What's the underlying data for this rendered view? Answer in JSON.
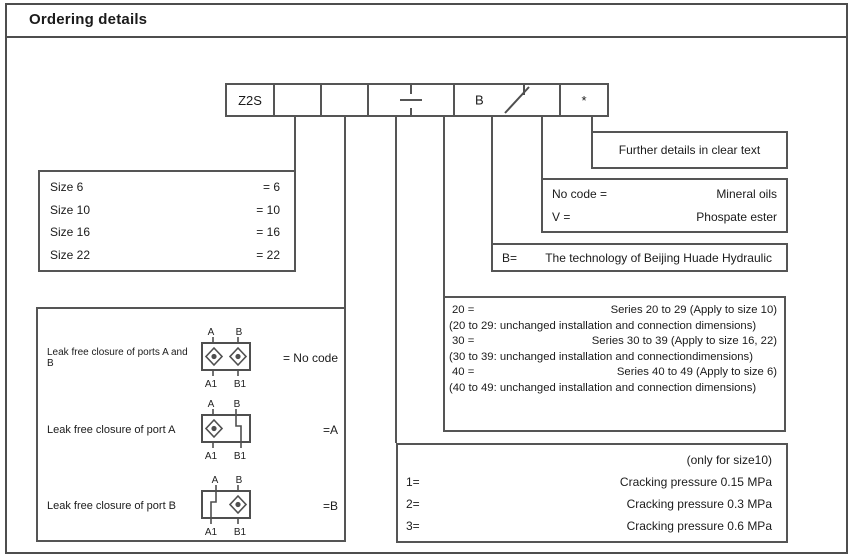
{
  "title": "Ordering details",
  "colors": {
    "border": "#555555",
    "text": "#1b1b1b",
    "background": "#ffffff"
  },
  "code_row": {
    "model": "Z2S",
    "b_code": "B",
    "star": "*"
  },
  "size_box": {
    "rows": [
      {
        "label": "Size 6",
        "code": "= 6"
      },
      {
        "label": "Size 10",
        "code": "= 10"
      },
      {
        "label": "Size 16",
        "code": "= 16"
      },
      {
        "label": "Size 22",
        "code": "= 22"
      }
    ]
  },
  "closure_box": {
    "rows": [
      {
        "label": "Leak free closure of ports A and B",
        "code": "= No code"
      },
      {
        "label": "Leak free closure of port A",
        "code": "=A"
      },
      {
        "label": "Leak free closure of port B",
        "code": "=B"
      }
    ],
    "ports": {
      "a": "A",
      "b": "B",
      "a1": "A1",
      "b1": "B1"
    }
  },
  "further_details_box": {
    "text": "Further details in clear text"
  },
  "fluid_box": {
    "rows": [
      {
        "code": "No code =",
        "label": "Mineral oils"
      },
      {
        "code": "V =",
        "label": "Phospate ester"
      }
    ]
  },
  "tech_box": {
    "code": "B=",
    "label": "The technology of Beijing Huade Hydraulic"
  },
  "series_box": {
    "rows": [
      {
        "code": "20 =",
        "label": "Series 20 to 29 (Apply to size 10)",
        "note": "(20 to 29: unchanged installation and connection dimensions)"
      },
      {
        "code": "30 =",
        "label": "Series 30 to 39 (Apply to size 16, 22)",
        "note": "(30 to 39: unchanged installation and connectiondimensions)"
      },
      {
        "code": "40 =",
        "label": "Series 40 to 49 (Apply to size 6)",
        "note": "(40 to 49: unchanged installation and connection dimensions)"
      }
    ]
  },
  "pressure_box": {
    "note": "(only for size10)",
    "rows": [
      {
        "code": "1=",
        "label": "Cracking pressure 0.15 MPa"
      },
      {
        "code": "2=",
        "label": "Cracking pressure 0.3 MPa"
      },
      {
        "code": "3=",
        "label": "Cracking pressure 0.6 MPa"
      }
    ]
  }
}
